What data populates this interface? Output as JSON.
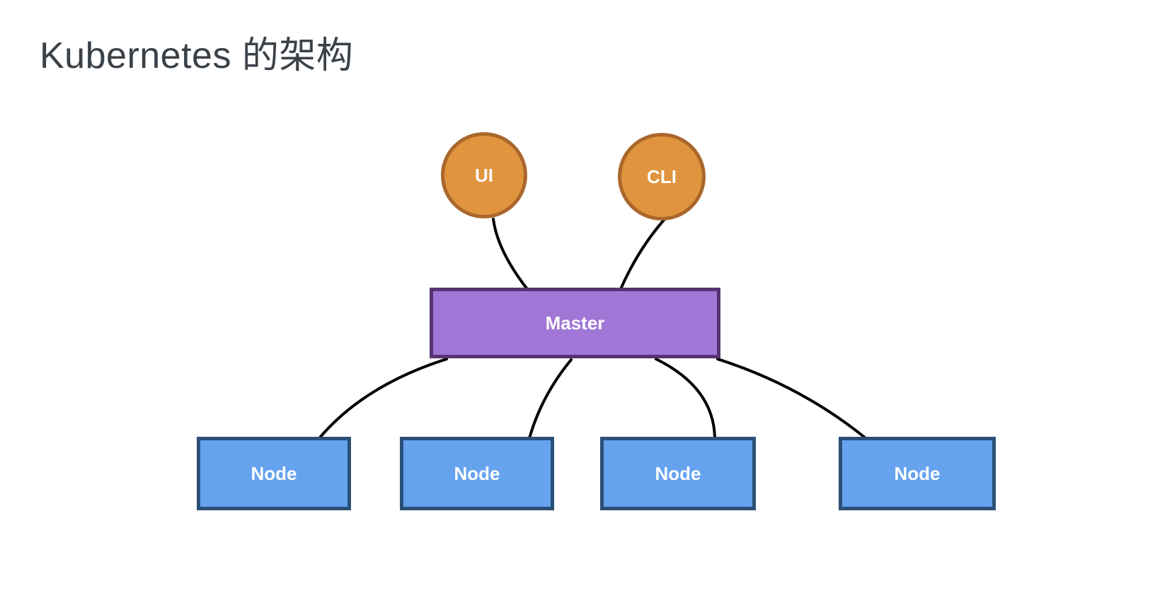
{
  "page": {
    "title": "Kubernetes 的架构"
  },
  "diagram": {
    "clients": [
      {
        "label": "UI"
      },
      {
        "label": "CLI"
      }
    ],
    "master": {
      "label": "Master"
    },
    "nodes": [
      {
        "label": "Node"
      },
      {
        "label": "Node"
      },
      {
        "label": "Node"
      },
      {
        "label": "Node"
      }
    ],
    "connections": [
      {
        "from": "UI",
        "to": "Master"
      },
      {
        "from": "CLI",
        "to": "Master"
      },
      {
        "from": "Master",
        "to": "Node 1"
      },
      {
        "from": "Master",
        "to": "Node 2"
      },
      {
        "from": "Master",
        "to": "Node 3"
      },
      {
        "from": "Master",
        "to": "Node 4"
      }
    ]
  },
  "colors": {
    "background": "#ffffff",
    "title_text": "#3a4147",
    "client_fill": "#e0943e",
    "client_border": "#aa672c",
    "master_fill": "#a076d6",
    "master_border": "#563471",
    "node_fill": "#66a3ee",
    "node_border": "#2b5078",
    "connector": "#000000",
    "shape_text": "#ffffff"
  }
}
